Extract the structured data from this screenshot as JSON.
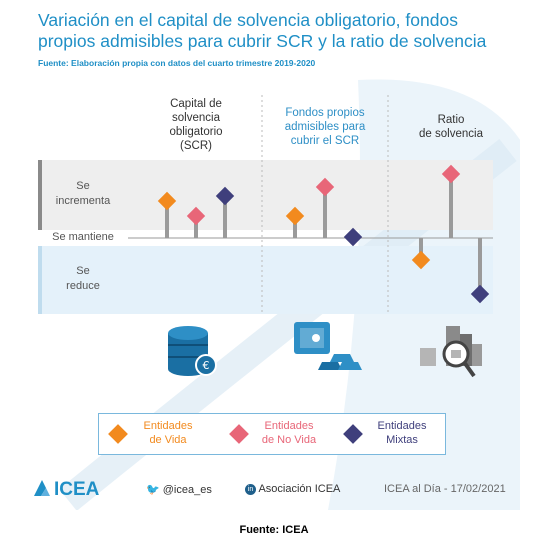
{
  "title_line1": "Variación en el capital de solvencia obligatorio, fondos",
  "title_line2": "propios admisibles para cubrir SCR y la ratio de solvencia",
  "subtitle": "Fuente: Elaboración propia con datos del cuarto trimestre 2019-2020",
  "colors": {
    "vida": "#f28a1e",
    "no_vida": "#e86678",
    "mixtas": "#3f3f7c",
    "accent": "#1f8fc6"
  },
  "chart_data": {
    "type": "scatter",
    "categories": [
      "Capital de solvencia obligatorio (SCR)",
      "Fondos propios admisibles para cubrir el SCR",
      "Ratio de solvencia"
    ],
    "y_categories": [
      "Se reduce",
      "Se mantiene",
      "Se incrementa"
    ],
    "series": [
      {
        "name": "Entidades de Vida",
        "values": [
          "Se incrementa",
          "Se incrementa",
          "Se reduce"
        ]
      },
      {
        "name": "Entidades de No Vida",
        "values": [
          "Se incrementa",
          "Se incrementa",
          "Se incrementa"
        ]
      },
      {
        "name": "Entidades Mixtas",
        "values": [
          "Se incrementa",
          "Se mantiene",
          "Se reduce"
        ]
      }
    ]
  },
  "columns": {
    "scr": [
      "Capital de",
      "solvencia",
      "obligatorio",
      "(SCR)"
    ],
    "fondos": [
      "Fondos propios",
      "admisibles para",
      "cubrir el SCR"
    ],
    "ratio": [
      "Ratio",
      "de solvencia"
    ]
  },
  "rows": {
    "incrementa": [
      "Se",
      "incrementa"
    ],
    "mantiene": "Se mantiene",
    "reduce": [
      "Se",
      "reduce"
    ]
  },
  "legend": {
    "vida": [
      "Entidades",
      "de Vida"
    ],
    "no_vida": [
      "Entidades",
      "de No Vida"
    ],
    "mixtas": [
      "Entidades",
      "Mixtas"
    ]
  },
  "icons": {
    "col1": "coins-stack-icon",
    "col2": "safe-gold-bars-icon",
    "col3": "buildings-magnifier-icon"
  },
  "footer": {
    "logo": "ICEA",
    "twitter": "@icea_es",
    "linkedin": "Asociación ICEA",
    "date_text": "ICEA al Día - 17/02/2021"
  },
  "source": "Fuente: ICEA"
}
